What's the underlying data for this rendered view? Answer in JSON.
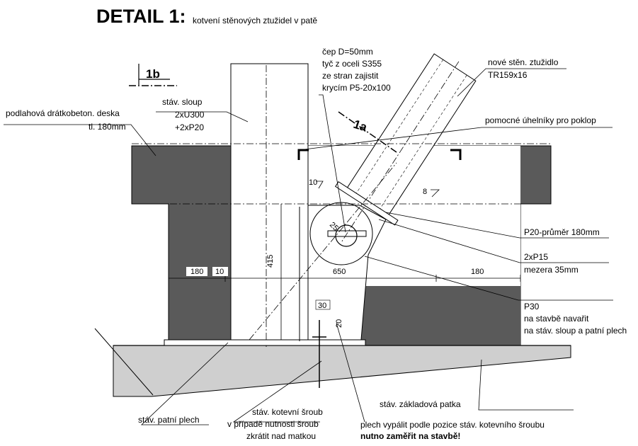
{
  "title": "DETAIL 1:",
  "subtitle": "kotvení stěnových ztužidel v patě",
  "section_marks": {
    "b": "1b",
    "a": "1a"
  },
  "labels": {
    "slab_1": "podlahová drátkobeton. deska",
    "slab_2": "tl. 180mm",
    "column_1": "stáv. sloup",
    "column_2": "2xU300",
    "column_3": "+2xP20",
    "pin_1": "čep D=50mm",
    "pin_2": "tyč z oceli S355",
    "pin_3": "ze stran zajistit",
    "pin_4": "krycím P5-20x100",
    "brace_1": "nové stěn. ztužidlo",
    "brace_2": "TR159x16",
    "angles": "pomocné úhelníky pro poklop",
    "disc": "P20-průměr 180mm",
    "gusset_1": "2xP15",
    "gusset_2": "mezera 35mm",
    "p30_1": "P30",
    "p30_2": "na stavbě navařit",
    "p30_3": "na stáv. sloup a patní plech",
    "footing": "stáv. základová patka",
    "base_plate": "stáv. patní plech",
    "bolt_1": "stáv. kotevní šroub",
    "bolt_2": "v případě nutnosti šroub",
    "bolt_3": "zkrátit nad matkou",
    "cut_1": "plech vypálit podle pozice stáv. kotevního šroubu",
    "cut_2": "nutno zaměřit na stavbě!"
  },
  "dimensions": {
    "d180_left": "180",
    "d10": "10",
    "d650": "650",
    "d180_right": "180",
    "d415": "415",
    "d30": "30",
    "d20": "20",
    "d25": "25",
    "weld10": "10",
    "weld8": "8"
  },
  "colors": {
    "concrete": "#5a5a5a",
    "line": "#000000"
  }
}
